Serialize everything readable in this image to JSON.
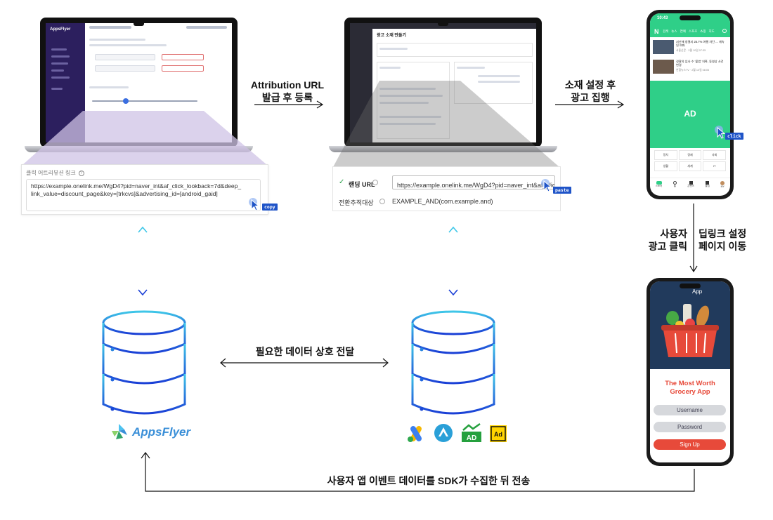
{
  "laptop1": {
    "brand": "AppsFlyer",
    "panel_label": "클릭 어트리뷰션 링크",
    "link_text": "https://example.onelink.me/WgD4?pid=naver_int&af_click_lookback=7d&deep_link_value=discount_page&key=[trkcvs]&advertising_id=[android_gaid]",
    "cursor_tag": "copy"
  },
  "step1": {
    "line1": "Attribution URL",
    "line2": "발급 후 등록"
  },
  "laptop2": {
    "title": "광고 소재 만들기",
    "landing_label": "랜딩 URL",
    "landing_value": "https://example.onelink.me/WgD4?pid=naver_int&af_click_loo",
    "conversion_label": "전환추적대상",
    "conversion_value": "EXAMPLE_AND(com.example.and)",
    "cursor_tag": "paste"
  },
  "step2": {
    "line1": "소재 설정 후",
    "line2": "광고 집행"
  },
  "phone1": {
    "time": "10:43",
    "logo": "N",
    "tabs": [
      "검색",
      "뉴스",
      "연예",
      "스포츠",
      "쇼핑",
      "지도"
    ],
    "news": [
      {
        "title": "지난해 청결지 25.7% 여행 차단 ... 계속된 여파",
        "meta": "서울신문 · 2월 10일 07:35"
      },
      {
        "title": "경찰의 입사 수 '불법' 의혹, 동영상 사건 변경",
        "meta": "연합뉴스TV · 2월 10일 08:05"
      }
    ],
    "ad_label": "AD",
    "cursor_tag": "click",
    "grid": [
      "정치",
      "경제",
      "사회",
      "생활",
      "세계",
      "IT"
    ],
    "nav": [
      "스토어",
      "홈",
      "콘텐츠",
      "클립",
      "MY"
    ]
  },
  "step3": {
    "left_line1": "사용자",
    "left_line2": "광고 클릭",
    "right_line1": "딥링크 설정",
    "right_line2": "페이지 이동"
  },
  "phone2": {
    "app_title": "App",
    "headline_line1": "The Most Worth",
    "headline_line2": "Grocery App",
    "username": "Username",
    "password": "Password",
    "signup": "Sign Up"
  },
  "middle_label": "필요한 데이터 상호 전달",
  "bottom_label": "사용자 앱 이벤트 데이터를 SDK가 수집한 뒤 전송",
  "appsflyer_logo": "AppsFlyer",
  "ad_logos": [
    "google-ads-icon",
    "naver-ad-icon",
    "adn-icon",
    "kakao-ad-icon"
  ],
  "colors": {
    "accent_green": "#2fcf88",
    "appsflyer_purple": "#2c1f5e",
    "cursor_blue": "#1f54c8",
    "app_red": "#e74a3a",
    "app_navy": "#213a5c"
  }
}
